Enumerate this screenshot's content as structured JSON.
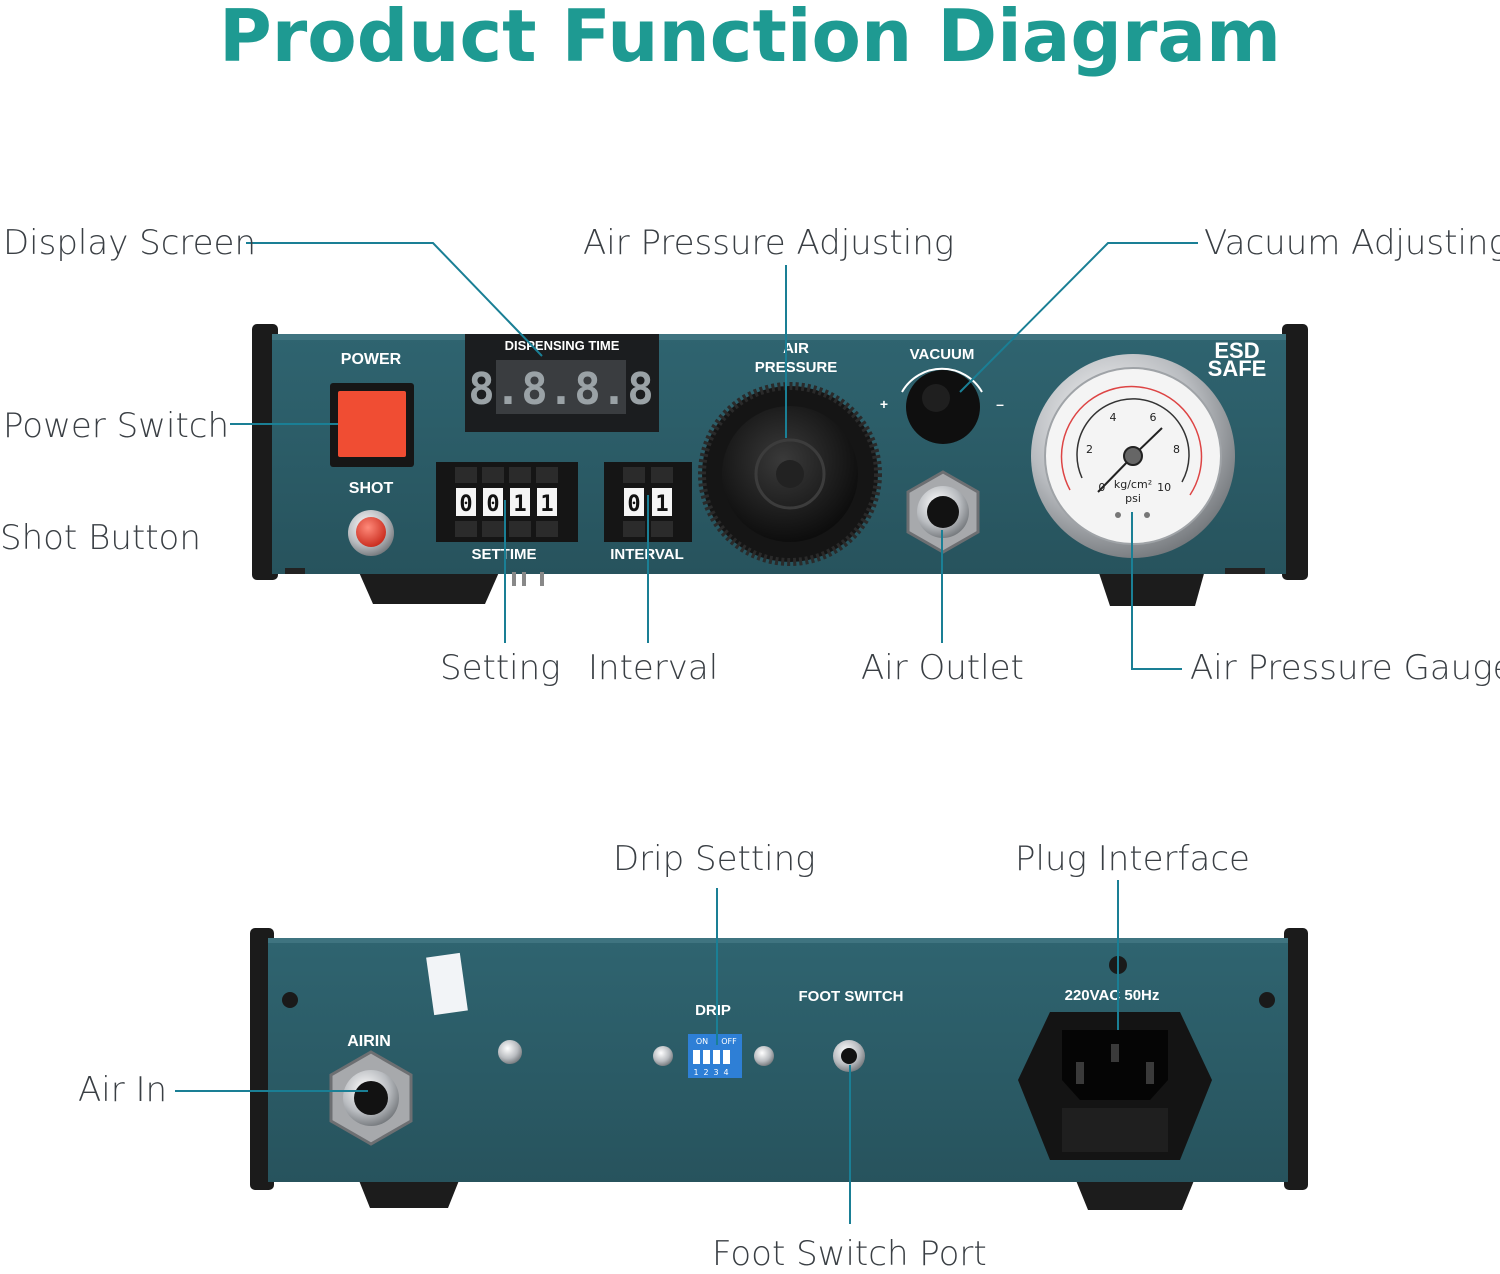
{
  "title": "Product Function Diagram",
  "front_labels": {
    "display_screen": "Display Screen",
    "air_pressure_adjusting": "Air Pressure Adjusting",
    "vacuum_adjusting": "Vacuum Adjusting",
    "power_switch": "Power Switch",
    "shot_button": "Shot Button",
    "setting": "Setting",
    "interval": "Interval",
    "air_outlet": "Air Outlet",
    "air_pressure_gauge": "Air Pressure Gauge"
  },
  "rear_labels": {
    "drip_setting": "Drip Setting",
    "plug_interface": "Plug Interface",
    "air_in": "Air In",
    "foot_switch_port": "Foot Switch Port"
  },
  "front_panel_text": {
    "power": "POWER",
    "shot": "SHOT",
    "dispensing_time": "DISPENSING TIME",
    "display_digits": "8.8.8.8",
    "air": "AIR",
    "pressure": "PRESSURE",
    "vacuum": "VACUUM",
    "plus": "+",
    "minus": "–",
    "esd": "ESD",
    "safe": "SAFE",
    "settime": "SETTIME",
    "settime_digits": [
      "0",
      "0",
      "1",
      "1"
    ],
    "interval_caption": "INTERVAL",
    "interval_digits": [
      "0",
      "1"
    ],
    "gauge_unit": "kg/cm²",
    "gauge_psi": "psi",
    "gauge_ticks": [
      "0",
      "2",
      "4",
      "6",
      "8",
      "10"
    ]
  },
  "rear_panel_text": {
    "airin": "AIRIN",
    "drip": "DRIP",
    "foot_switch": "FOOT SWITCH",
    "power_rating": "220VAC 50Hz",
    "dip_on": "ON",
    "dip_off": "OFF",
    "dip_numbers": [
      "1",
      "2",
      "3",
      "4"
    ]
  },
  "colors": {
    "title": "#1e9a92",
    "panel": "#2b5b65",
    "label_text": "#3a3f44",
    "leader_line": "#1a7f95",
    "power_switch": "#f04d33",
    "dip_switch": "#2e7fd6"
  }
}
